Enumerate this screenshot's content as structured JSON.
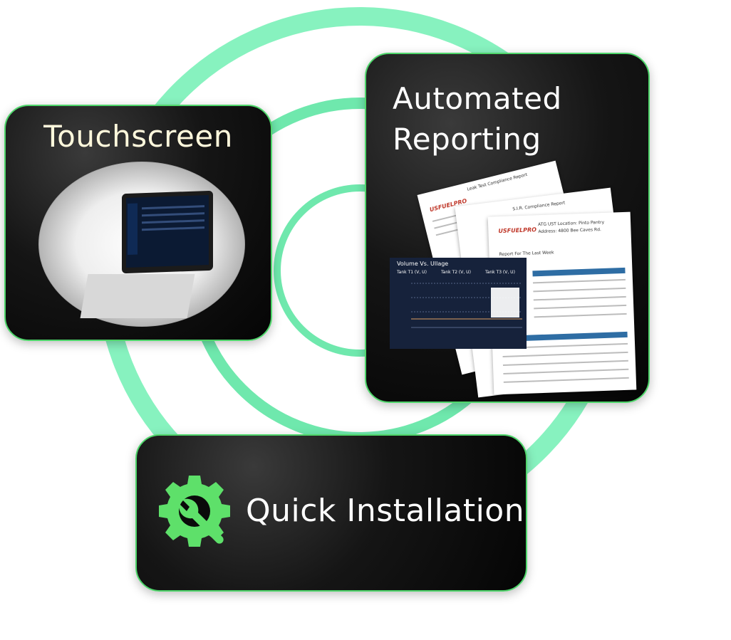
{
  "cards": {
    "touchscreen": {
      "title": "Touchscreen"
    },
    "reporting": {
      "title_line1": "Automated",
      "title_line2": "Reporting",
      "docs": {
        "leak_report": "Leak Test Compliance Report",
        "sir_report": "S.I.R. Compliance Report",
        "atg_location": "ATG UST Location: Pinto Pantry",
        "address": "Address: 4800 Bee Caves Rd.",
        "report_for": "Report For The Last Week",
        "brand": "USFUELPRO"
      },
      "chart": {
        "title": "Volume Vs. Ullage",
        "legend": [
          "Tank T1 (V, U)",
          "Tank T2 (V, U)",
          "Tank T3 (V, U)"
        ]
      }
    },
    "install": {
      "title": "Quick Installation"
    }
  },
  "colors": {
    "accent": "#4fd66b",
    "ring": "#72f0b4",
    "card_bg": "#0a0a0a"
  },
  "icons": {
    "install": "gear-wrench-icon"
  }
}
